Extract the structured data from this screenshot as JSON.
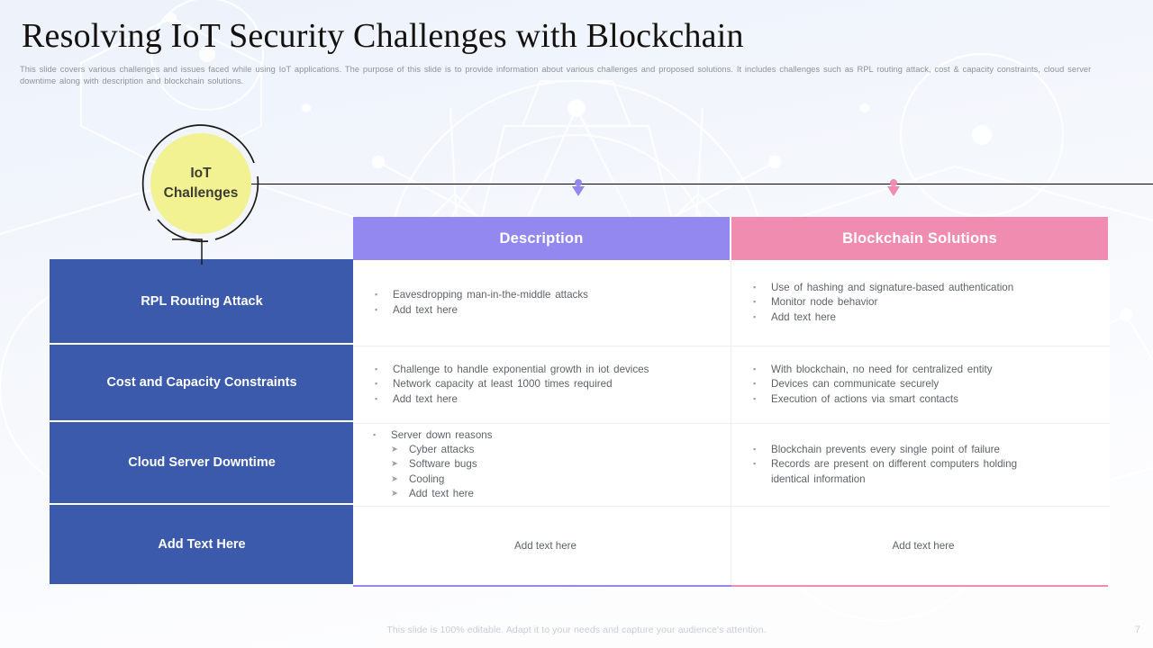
{
  "header": {
    "title": "Resolving IoT Security Challenges with Blockchain",
    "subtitle": "This slide covers various challenges and issues faced while using IoT applications. The purpose of this slide is to provide information about various challenges and proposed solutions. It includes challenges such as RPL routing attack, cost & capacity constraints, cloud server downtime along with description and blockchain solutions."
  },
  "node": {
    "label": "IoT\nChallenges",
    "fill_color": "#f2f293",
    "ring_color": "#1a1a1a"
  },
  "markers": [
    {
      "name": "description-marker",
      "color": "#9288ef"
    },
    {
      "name": "solutions-marker",
      "color": "#f08cb0"
    }
  ],
  "table": {
    "headers": {
      "description": "Description",
      "solutions": "Blockchain Solutions",
      "description_color": "#9288ef",
      "solutions_color": "#f08cb0"
    },
    "label_color": "#3b5aab",
    "rows": [
      {
        "label": "RPL Routing Attack",
        "description": [
          {
            "text": "Eavesdropping man-in-the-middle attacks",
            "level": 1
          },
          {
            "text": "Add text here",
            "level": 1
          }
        ],
        "solutions": [
          {
            "text": "Use of hashing and signature-based authentication",
            "level": 1
          },
          {
            "text": "Monitor node behavior",
            "level": 1
          },
          {
            "text": "Add text here",
            "level": 1
          }
        ]
      },
      {
        "label": "Cost and Capacity Constraints",
        "description": [
          {
            "text": "Challenge to handle exponential growth in iot devices",
            "level": 1
          },
          {
            "text": "Network capacity at least 1000 times required",
            "level": 1
          },
          {
            "text": "Add text here",
            "level": 1
          }
        ],
        "solutions": [
          {
            "text": "With blockchain, no need for centralized entity",
            "level": 1
          },
          {
            "text": "Devices can communicate securely",
            "level": 1
          },
          {
            "text": "Execution of actions via smart contacts",
            "level": 1
          }
        ]
      },
      {
        "label": "Cloud Server Downtime",
        "description": [
          {
            "text": "Server down reasons",
            "level": 1
          },
          {
            "text": "Cyber attacks",
            "level": 2
          },
          {
            "text": "Software bugs",
            "level": 2
          },
          {
            "text": "Cooling",
            "level": 2
          },
          {
            "text": "Add text here",
            "level": 2
          }
        ],
        "solutions": [
          {
            "text": "Blockchain prevents every single point of failure",
            "level": 1
          },
          {
            "text": "Records are present on different computers holding identical information",
            "level": 1
          }
        ]
      },
      {
        "label": "Add Text Here",
        "description_plain": "Add text here",
        "solutions_plain": "Add text here"
      }
    ]
  },
  "footer": {
    "note": "This slide is 100% editable. Adapt it to your needs and capture your audience's attention.",
    "page_number": "7"
  }
}
